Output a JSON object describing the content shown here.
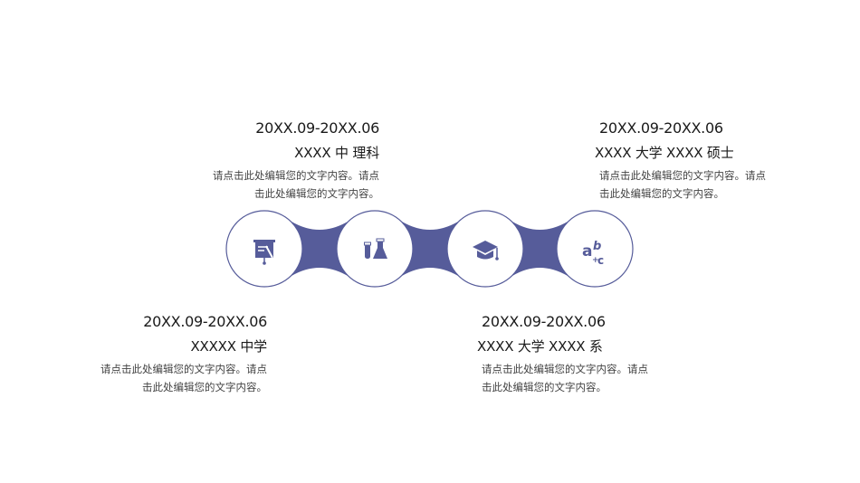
{
  "colors": {
    "accent": "#565c9a",
    "circle_stroke": "#565c9a",
    "background": "#ffffff"
  },
  "timeline": {
    "nodes": [
      {
        "icon": "presentation-board-icon"
      },
      {
        "icon": "lab-flask-icon"
      },
      {
        "icon": "graduation-cap-icon"
      },
      {
        "icon": "abc-math-icon"
      }
    ]
  },
  "entries": [
    {
      "date": "20XX.09-20XX.06",
      "title": "XXXX 中 理科",
      "desc_line1": "请点击此处编辑您的文字内容。请点",
      "desc_line2": "击此处编辑您的文字内容。"
    },
    {
      "date": "20XX.09-20XX.06",
      "title": "XXXX 大学  XXXX 硕士",
      "desc_line1": "请点击此处编辑您的文字内容。请点",
      "desc_line2": "击此处编辑您的文字内容。"
    },
    {
      "date": "20XX.09-20XX.06",
      "title": "XXXXX 中学",
      "desc_line1": "请点击此处编辑您的文字内容。请点",
      "desc_line2": "击此处编辑您的文字内容。"
    },
    {
      "date": "20XX.09-20XX.06",
      "title": "XXXX 大学  XXXX 系",
      "desc_line1": "请点击此处编辑您的文字内容。请点",
      "desc_line2": "击此处编辑您的文字内容。"
    }
  ]
}
